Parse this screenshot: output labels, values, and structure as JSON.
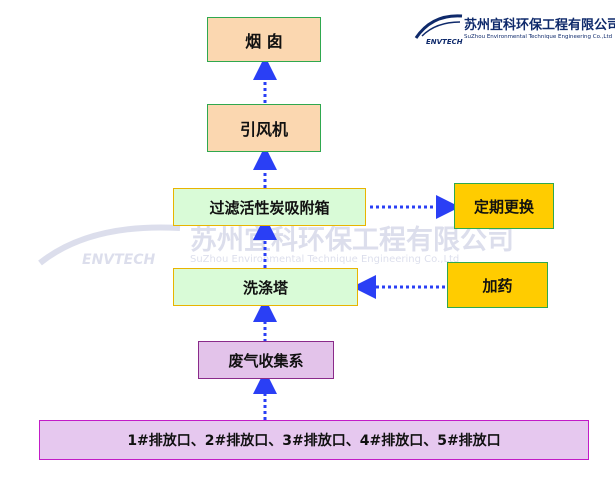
{
  "logo": {
    "company_cn": "苏州宜科环保工程有限公司",
    "company_en": "SuZhou Environmental Technique Engineering Co.,Ltd",
    "brand": "ENVTECH"
  },
  "boxes": {
    "chimney": "烟  囱",
    "fan": "引风机",
    "carbon_box": "过滤活性炭吸附箱",
    "replace": "定期更换",
    "scrubber": "洗涤塔",
    "dosing": "加药",
    "collection": "废气收集系",
    "outlets": "1#排放口、2#排放口、3#排放口、4#排放口、5#排放口"
  },
  "colors": {
    "arrow": "#2a3ff5",
    "orange_fill": "#fbd7b0",
    "green_fill": "#d9fbd7",
    "gold_fill": "#ffcc00",
    "purple_fill": "#e3c3ea"
  }
}
